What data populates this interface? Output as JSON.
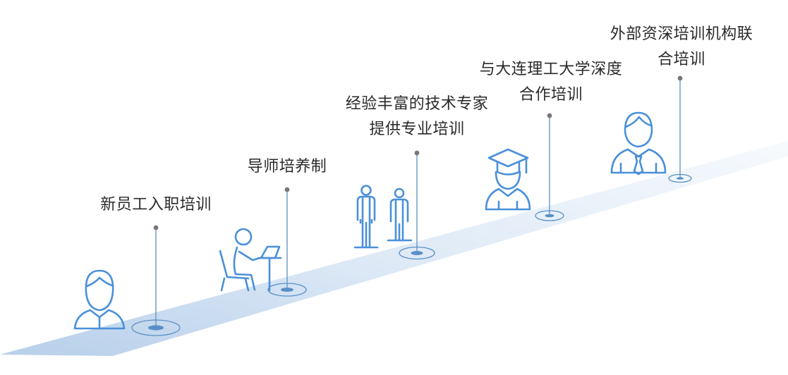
{
  "colors": {
    "icon": "#4a90d9",
    "connector": "#5a8fc6",
    "dot": "#777777",
    "path_light": "#f4f8fc",
    "path_dark": "#b9d1eb",
    "text": "#2a2a2a"
  },
  "steps": [
    {
      "icon": "employee-bust-icon",
      "lines": [
        "新员工入职培训"
      ]
    },
    {
      "icon": "person-at-laptop-icon",
      "lines": [
        "导师培养制"
      ]
    },
    {
      "icon": "two-people-icon",
      "lines": [
        "经验丰富的技术专家",
        "提供专业培训"
      ]
    },
    {
      "icon": "graduate-cap-icon",
      "lines": [
        "与大连理工大学深度",
        "合作培训"
      ]
    },
    {
      "icon": "businessman-tie-icon",
      "lines": [
        "外部资深培训机构联",
        "合培训"
      ]
    }
  ]
}
